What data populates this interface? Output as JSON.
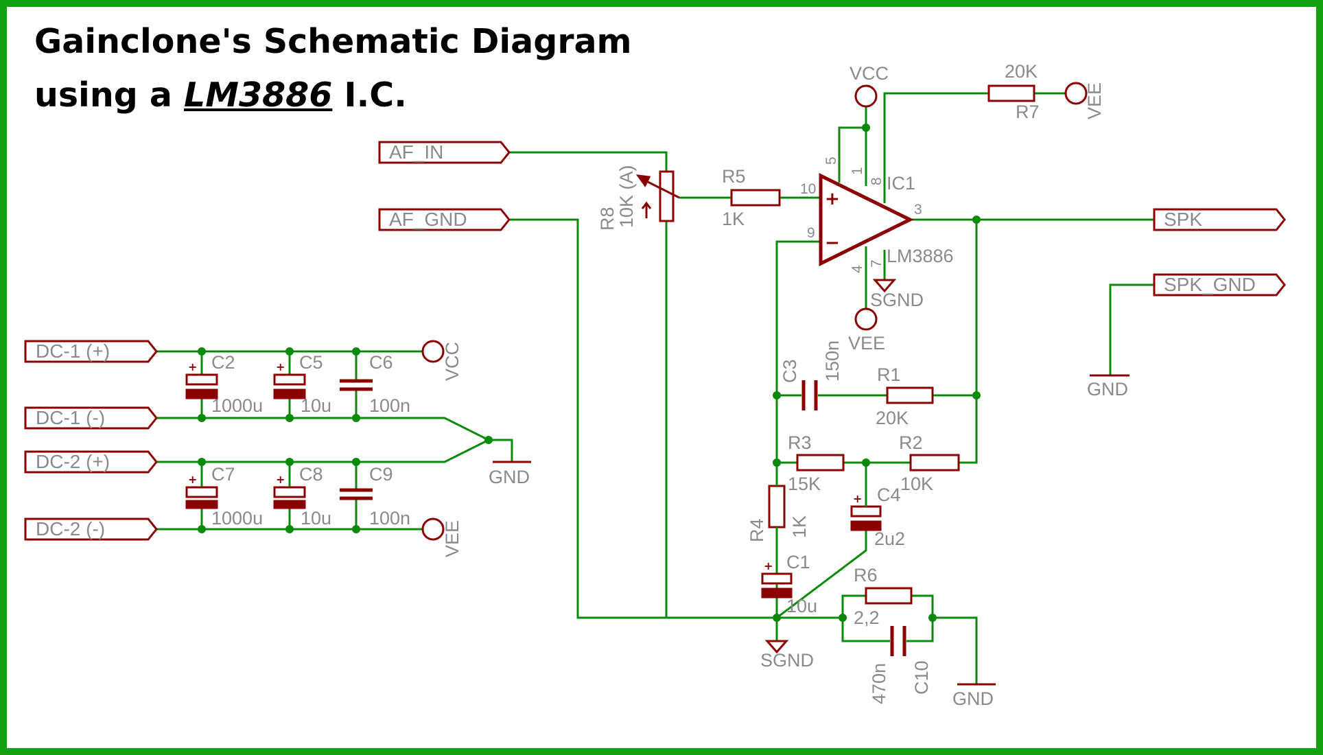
{
  "title": {
    "line1": "Gainclone's Schematic Diagram",
    "line2_prefix": "using a ",
    "line2_chip": "LM3886",
    "line2_suffix": " I.C."
  },
  "colors": {
    "frame": "#12a112",
    "wire": "#0a8a0a",
    "component": "#8b0000",
    "label": "#8a8a8a",
    "junction": "#0a8a0a"
  },
  "ports": {
    "af_in": "AF_IN",
    "af_gnd": "AF_GND",
    "spk": "SPK",
    "spk_gnd": "SPK_GND",
    "dc1_pos": "DC-1 (+)",
    "dc1_neg": "DC-1 (-)",
    "dc2_pos": "DC-2 (+)",
    "dc2_neg": "DC-2 (-)"
  },
  "supplies": {
    "vcc": "VCC",
    "vee": "VEE",
    "gnd": "GND",
    "sgnd": "SGND"
  },
  "ic": {
    "name": "IC1",
    "part": "LM3886",
    "pins": {
      "p10": "10",
      "p9": "9",
      "p5": "5",
      "p1": "1",
      "p8": "8",
      "p3": "3",
      "p7": "7",
      "p4": "4"
    },
    "plus_sign": "+",
    "minus_sign": "−"
  },
  "components": {
    "R1": {
      "name": "R1",
      "value": "20K"
    },
    "R2": {
      "name": "R2",
      "value": "10K"
    },
    "R3": {
      "name": "R3",
      "value": "15K"
    },
    "R4": {
      "name": "R4",
      "value": "1K"
    },
    "R5": {
      "name": "R5",
      "value": "1K"
    },
    "R6": {
      "name": "R6",
      "value": "2,2"
    },
    "R7": {
      "name": "R7",
      "value": "20K"
    },
    "R8": {
      "name": "R8",
      "value": "10K (A)"
    },
    "C1": {
      "name": "C1",
      "value": "10u"
    },
    "C2": {
      "name": "C2",
      "value": "1000u"
    },
    "C3": {
      "name": "C3",
      "value": "150n"
    },
    "C4": {
      "name": "C4",
      "value": "2u2"
    },
    "C5": {
      "name": "C5",
      "value": "10u"
    },
    "C6": {
      "name": "C6",
      "value": "100n"
    },
    "C7": {
      "name": "C7",
      "value": "1000u"
    },
    "C8": {
      "name": "C8",
      "value": "10u"
    },
    "C9": {
      "name": "C9",
      "value": "100n"
    },
    "C10": {
      "name": "C10",
      "value": "470n"
    }
  },
  "polarity_mark": "+"
}
